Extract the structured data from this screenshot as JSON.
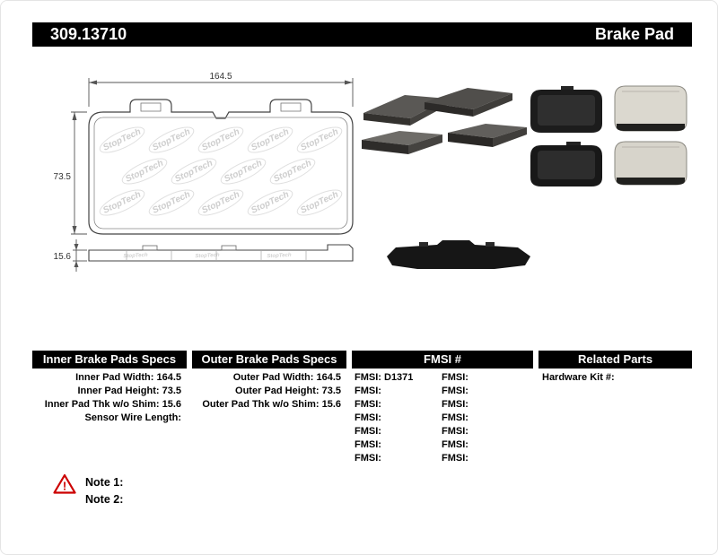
{
  "header": {
    "part_number": "309.13710",
    "product_type": "Brake Pad"
  },
  "diagram": {
    "watermark": "StopTech",
    "dims": {
      "width": "164.5",
      "height": "73.5",
      "thickness": "15.6"
    }
  },
  "tables": {
    "inner": {
      "title": "Inner Brake Pads Specs",
      "rows": [
        "Inner Pad Width: 164.5",
        "Inner Pad Height: 73.5",
        "Inner Pad Thk w/o Shim: 15.6",
        "Sensor Wire Length:"
      ]
    },
    "outer": {
      "title": "Outer Brake Pads Specs",
      "rows": [
        "Outer Pad Width: 164.5",
        "Outer Pad Height: 73.5",
        "Outer Pad Thk w/o Shim: 15.6"
      ]
    },
    "fmsi": {
      "title": "FMSI #",
      "rows": [
        {
          "l": "FMSI: D1371",
          "r": "FMSI:"
        },
        {
          "l": "FMSI:",
          "r": "FMSI:"
        },
        {
          "l": "FMSI:",
          "r": "FMSI:"
        },
        {
          "l": "FMSI:",
          "r": "FMSI:"
        },
        {
          "l": "FMSI:",
          "r": "FMSI:"
        },
        {
          "l": "FMSI:",
          "r": "FMSI:"
        },
        {
          "l": "FMSI:",
          "r": "FMSI:"
        }
      ]
    },
    "related": {
      "title": "Related Parts",
      "rows": [
        "Hardware Kit #:"
      ]
    }
  },
  "notes": {
    "icon": "warning-triangle-icon",
    "items": [
      "Note 1:",
      "Note 2:"
    ]
  },
  "colors": {
    "bar_bg": "#000000",
    "bar_text": "#ffffff",
    "warning": "#cc0000"
  }
}
